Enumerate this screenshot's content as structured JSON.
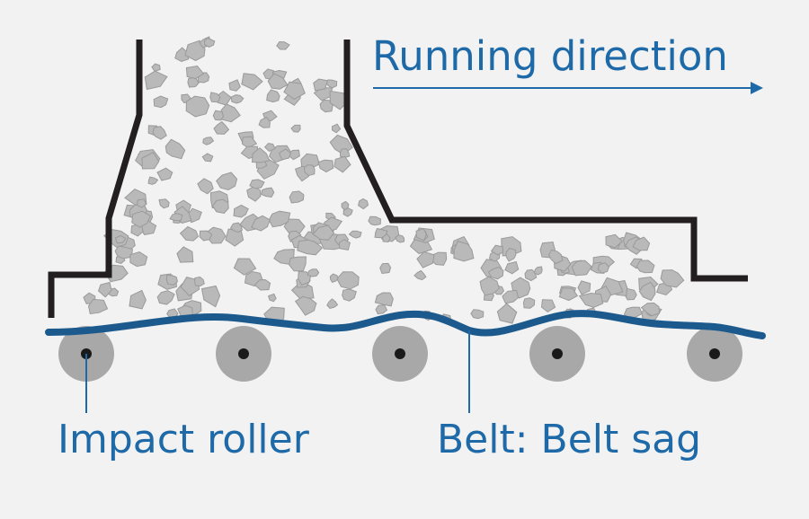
{
  "labels": {
    "running_direction": "Running direction",
    "impact_roller": "Impact roller",
    "belt": "Belt: Belt sag"
  },
  "colors": {
    "background": "#f2f2f2",
    "accent_blue": "#1e6aa8",
    "belt_blue": "#1c5a8e",
    "chute_outline": "#231f20",
    "rock_fill": "#b9b9b9",
    "rock_edge": "#9a9a9a",
    "roller_fill": "#a8a8a8",
    "roller_center": "#1a1a1a"
  }
}
